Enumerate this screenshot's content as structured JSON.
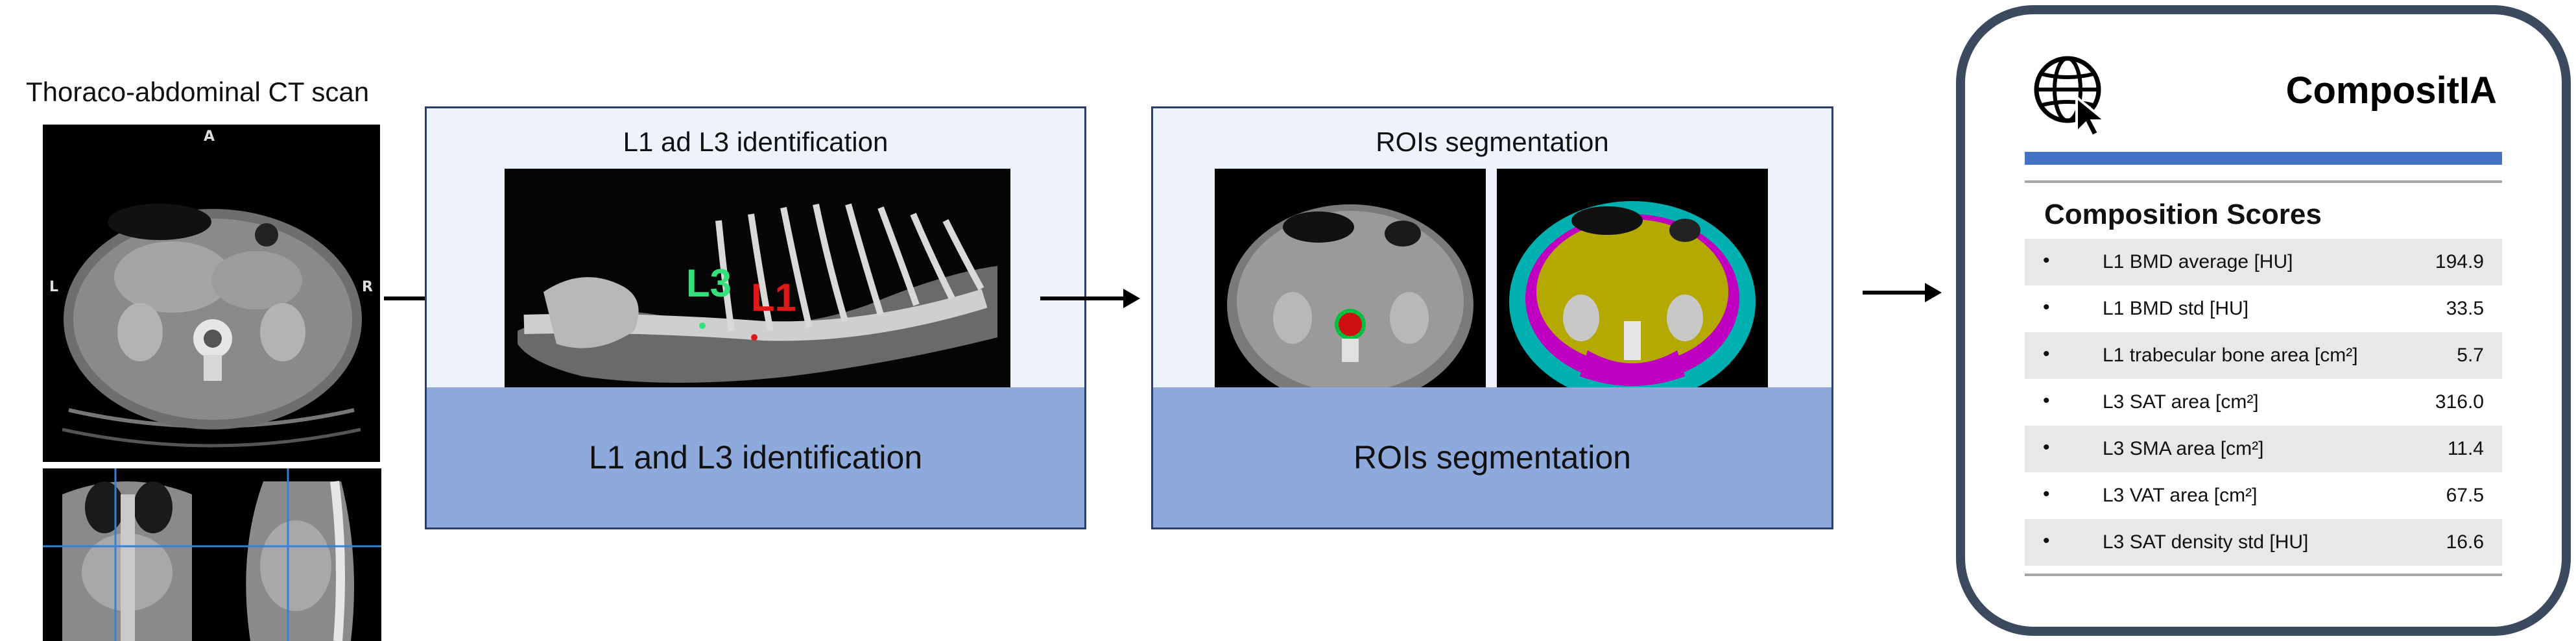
{
  "ct": {
    "title": "Thoraco-abdominal CT scan",
    "orient_a": "A",
    "orient_l": "L",
    "orient_r": "R"
  },
  "panel1": {
    "title": "L1 ad L3 identification",
    "footer": "L1 and L3 identification",
    "label_l3": "L3",
    "label_l1": "L1"
  },
  "panel2": {
    "title": "ROIs segmentation",
    "footer": "ROIs segmentation"
  },
  "card": {
    "title": "CompositIA",
    "icon": "globe-cursor-icon",
    "scores_title": "Composition Scores",
    "scores": [
      {
        "bullet": "•",
        "name": "L1 BMD average [HU]",
        "value": "194.9"
      },
      {
        "bullet": "•",
        "name": "L1 BMD std [HU]",
        "value": "33.5"
      },
      {
        "bullet": "•",
        "name": "L1 trabecular bone area [cm²]",
        "value": "5.7"
      },
      {
        "bullet": "•",
        "name": "L3 SAT area [cm²]",
        "value": "316.0"
      },
      {
        "bullet": "•",
        "name": "L3 SMA area [cm²]",
        "value": "11.4"
      },
      {
        "bullet": "•",
        "name": "L3 VAT area [cm²]",
        "value": "67.5"
      },
      {
        "bullet": "•",
        "name": "L3 SAT density std [HU]",
        "value": "16.6"
      }
    ]
  },
  "colors": {
    "panel_border": "#2b3f66",
    "panel_bg": "#eef2fa",
    "footer_bg": "#8ea9db",
    "card_border": "#3c4a5f",
    "card_bar": "#4472c4",
    "l3_label": "#33e07a",
    "l1_label": "#e01818",
    "sat_segment": "#00b0b0",
    "vat_segment": "#b5a800",
    "muscle_segment": "#c000c0"
  }
}
